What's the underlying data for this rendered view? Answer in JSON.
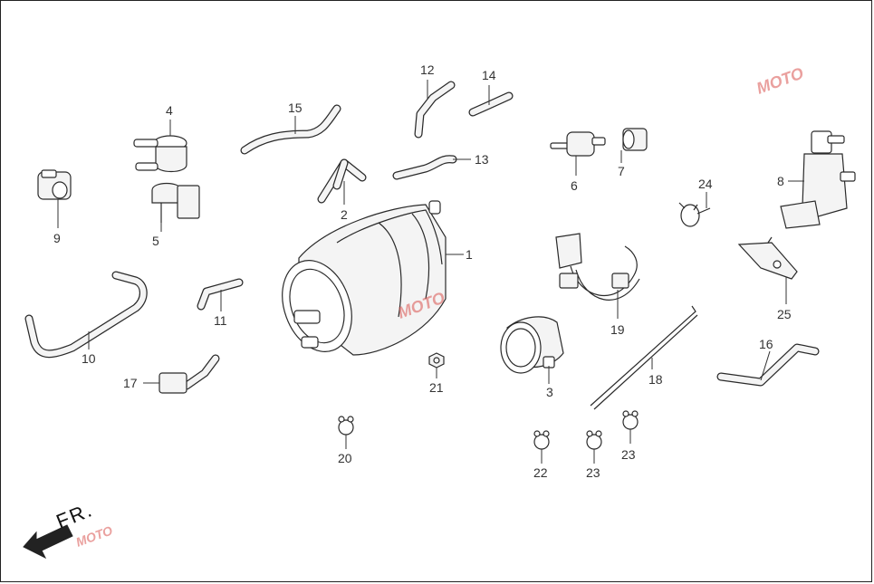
{
  "diagram": {
    "watermark": "MOTO",
    "direction_label": "FR.",
    "colors": {
      "line": "#2a2a2a",
      "fill": "#f4f4f4",
      "watermark": "#d9534f"
    },
    "callouts": [
      "1",
      "2",
      "3",
      "4",
      "5",
      "6",
      "7",
      "8",
      "9",
      "10",
      "11",
      "12",
      "13",
      "14",
      "15",
      "16",
      "17",
      "18",
      "19",
      "20",
      "21",
      "22",
      "23",
      "23",
      "24",
      "25"
    ]
  }
}
